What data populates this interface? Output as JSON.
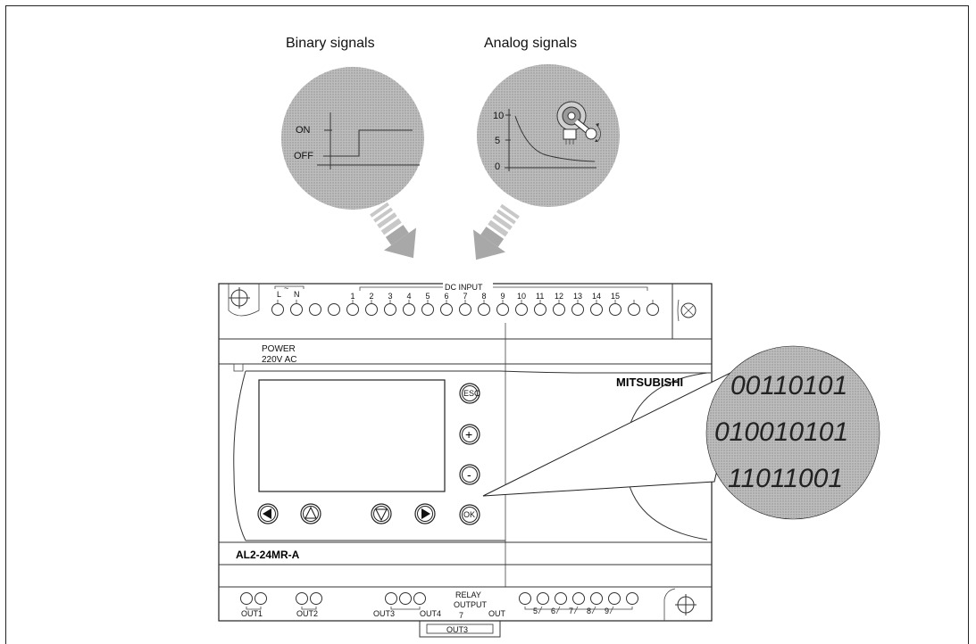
{
  "captions": {
    "binary": "Binary signals",
    "analog": "Analog signals"
  },
  "binary_graph": {
    "on_label": "ON",
    "off_label": "OFF"
  },
  "analog_graph": {
    "ticks": [
      "10",
      "5",
      "0"
    ]
  },
  "plc": {
    "power_label_1": "POWER",
    "power_label_2": "220V AC",
    "brand": "MITSUBISHI",
    "model": "AL2-24MR-A",
    "power_terminals": [
      "L",
      "N"
    ],
    "ac_symbol": "~",
    "dc_input_label": "DC INPUT",
    "input_numbers": [
      "1",
      "2",
      "3",
      "4",
      "5",
      "6",
      "7",
      "8",
      "9",
      "10",
      "11",
      "12",
      "13",
      "14",
      "15"
    ],
    "buttons": {
      "esc": "ESC",
      "plus": "+",
      "minus": "-",
      "ok": "OK"
    },
    "relay_label_1": "RELAY",
    "relay_label_2": "OUTPUT",
    "out_labels": [
      "OUT1",
      "OUT2",
      "OUT3",
      "OUT4",
      "OUT"
    ],
    "out_extra": "OUT3",
    "out_numbers": [
      "5",
      "6",
      "7",
      "8",
      "9"
    ],
    "out_small_7": "7"
  },
  "binary_data": [
    "00110101",
    "010010101",
    "11011001"
  ]
}
